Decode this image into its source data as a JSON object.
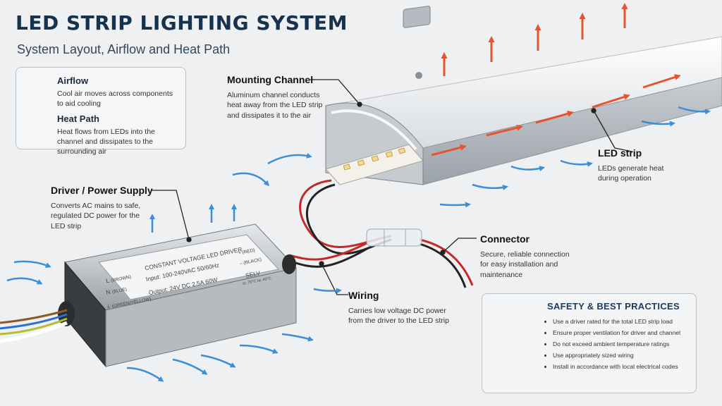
{
  "header": {
    "title": "LED STRIP LIGHTING SYSTEM",
    "subtitle": "System Layout, Airflow and Heat Path"
  },
  "legend": {
    "airflow_title": "Airflow",
    "airflow_text": "Cool air moves across components to aid cooling",
    "heat_title": "Heat Path",
    "heat_text": "Heat flows from LEDs into the channel and dissipates to the surrounding air"
  },
  "callouts": {
    "mounting": {
      "title": "Mounting Channel",
      "text": "Aluminum channel conducts heat away from the LED strip and dissipates it to the air"
    },
    "led_strip": {
      "title": "LED strip",
      "text": "LEDs generate heat during operation"
    },
    "driver": {
      "title": "Driver / Power Supply",
      "text": "Converts AC mains to safe, regulated DC power for the LED strip"
    },
    "connector": {
      "title": "Connector",
      "text": "Secure, reliable connection for easy installation and maintenance"
    },
    "wiring": {
      "title": "Wiring",
      "text": "Carries low voltage DC power from the driver to the LED strip"
    }
  },
  "driver_label": {
    "heading": "CONSTANT VOLTAGE LED DRIVER",
    "input": "Input: 100-240VAC   50/60Hz",
    "output": "Output: 24V DC   2.5A   60W",
    "l": "L",
    "l_wire": "(BROWN)",
    "n": "N",
    "n_wire": "(BLUE)",
    "g_wire": "(GREEN/YELLOW)",
    "plus": "+",
    "red": "(RED)",
    "minus": "–",
    "black": "(BLACK)",
    "selv": "SELV",
    "temp": "tc: 70°C  ta: 40°C"
  },
  "safety": {
    "title": "SAFETY & BEST PRACTICES",
    "items": [
      "Use a driver rated for the total LED strip load",
      "Ensure proper ventilation for driver and channel",
      "Do not exceed ambient temperature ratings",
      "Use appropriately sized wiring",
      "Install in accordance with local electrical codes"
    ]
  },
  "colors": {
    "airflow": "#3b8fd9",
    "heat": "#e8532f",
    "title": "#16324f",
    "shield": "#2f4a6e"
  },
  "icons": [
    "shield-check-icon",
    "airflow-arrow-icon",
    "heat-arrow-icon"
  ]
}
